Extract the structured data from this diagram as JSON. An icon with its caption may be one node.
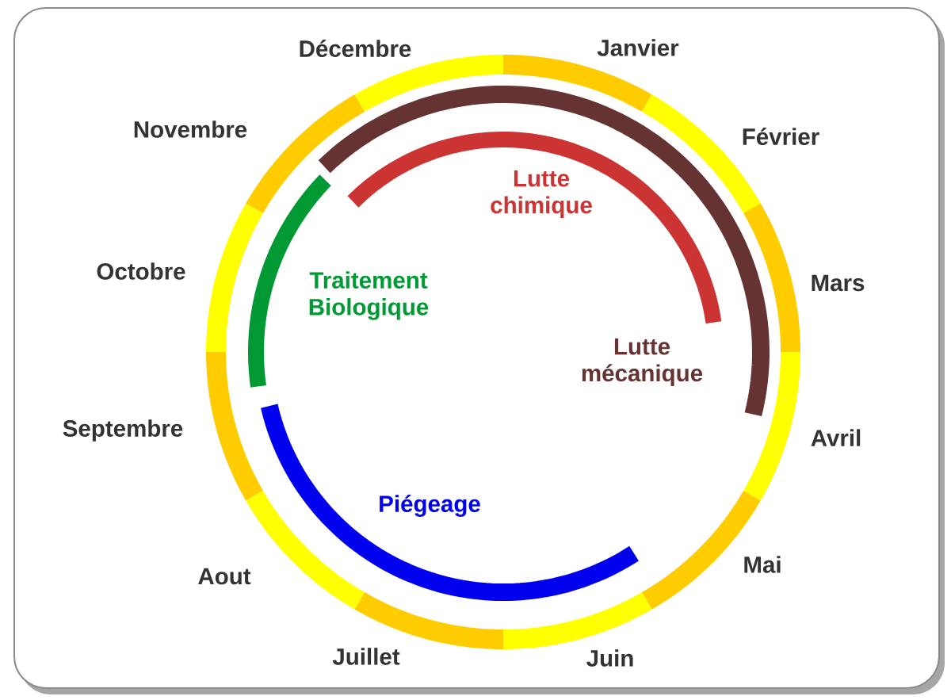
{
  "diagram": {
    "nodes": [
      {
        "text": [
          "Janvier"
        ]
      },
      {
        "text": [
          "Février"
        ]
      },
      {
        "text": [
          "Mars"
        ]
      },
      {
        "text": [
          "Avril"
        ]
      },
      {
        "text": [
          "Mai"
        ]
      },
      {
        "text": [
          "Juin"
        ]
      },
      {
        "text": [
          "Juillet"
        ]
      },
      {
        "text": [
          "Aout"
        ]
      },
      {
        "text": [
          "Septembre"
        ]
      },
      {
        "text": [
          "Octobre"
        ]
      },
      {
        "text": [
          "Novembre"
        ]
      },
      {
        "text": [
          "Décembre"
        ]
      },
      {
        "text": [
          "Lutte chimique"
        ]
      },
      {
        "text": [
          "Lutte mécanique"
        ]
      },
      {
        "text": [
          "Traitement Biologique"
        ]
      },
      {
        "text": [
          "Piégeage"
        ]
      }
    ]
  }
}
